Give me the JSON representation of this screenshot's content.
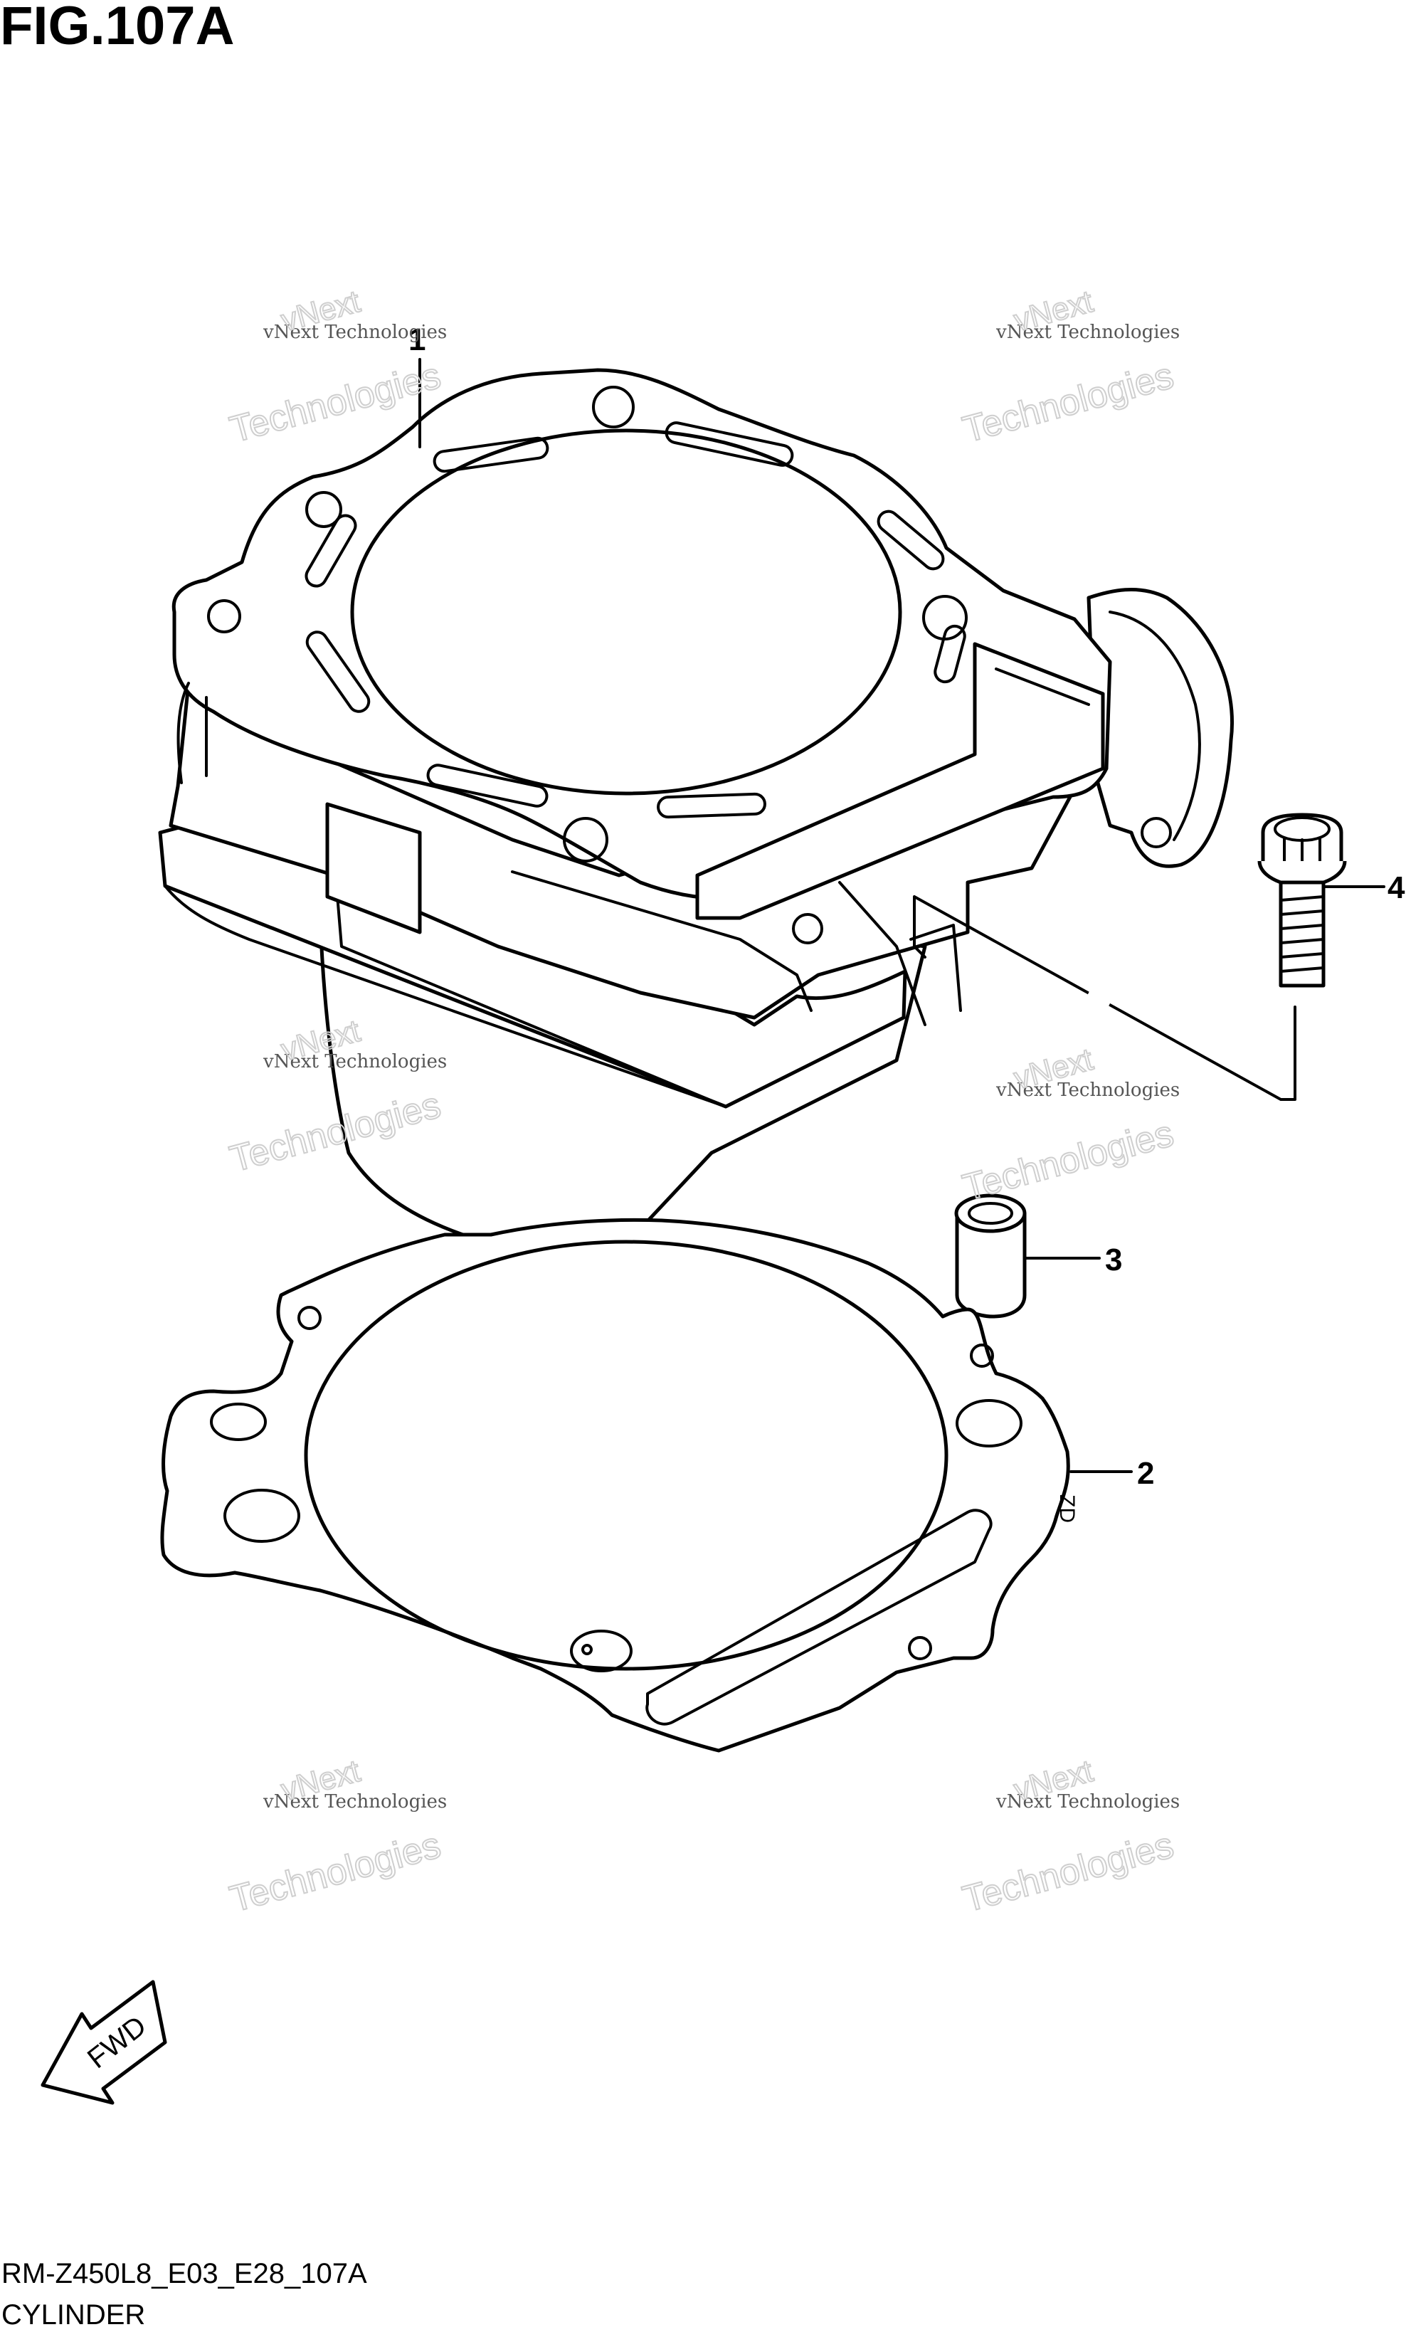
{
  "figure": {
    "title": "FIG.107A",
    "code": "RM-Z450L8_E03_E28_107A",
    "name": "CYLINDER"
  },
  "callouts": [
    "1",
    "2",
    "3",
    "4"
  ],
  "fwd_label": "FWD",
  "gasket_marking": "ZD",
  "watermark": {
    "line1": "vNext Technologies",
    "line2": "vNext",
    "line3": "Technologies"
  }
}
